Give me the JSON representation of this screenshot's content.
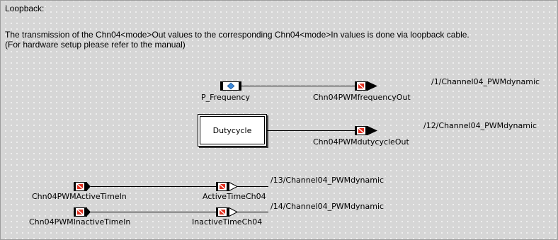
{
  "header": {
    "title": "Loopback:",
    "desc_line1": "The transmission of the Chn04<mode>Out values to the corresponding Chn04<mode>In  values is done via loopback cable.",
    "desc_line2": "(For hardware setup please refer to the manual)"
  },
  "row1": {
    "source_label": "P_Frequency",
    "sink_label": "Chn04PWMfrequencyOut",
    "path": "/1/Channel04_PWMdynamic"
  },
  "row2": {
    "block_label": "Dutycycle",
    "sink_label": "Chn04PWMdutycycleOut",
    "path": "/12/Channel04_PWMdynamic"
  },
  "row3": {
    "source_label": "Chn04PWMActiveTimeIn",
    "sink_label": "ActiveTimeCh04",
    "path": "/13/Channel04_PWMdynamic"
  },
  "row4": {
    "source_label": "Chn04PWMInactiveTimeIn",
    "sink_label": "InactiveTimeCh04",
    "path": "/14/Channel04_PWMdynamic"
  },
  "colors": {
    "background": "#d6d6d6",
    "grid_dot": "#f2f2f2",
    "hw_port_red": "#e23020",
    "source_blue": "#3a86d6"
  },
  "icons": {
    "hardware_port": "hw-io-port-icon",
    "parameter_source": "parameter-source-icon",
    "open_output": "open-output-port-icon"
  }
}
